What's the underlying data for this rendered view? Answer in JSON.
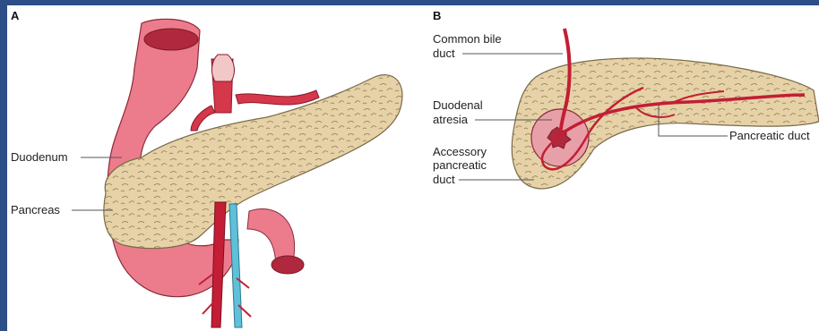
{
  "panels": {
    "a": "A",
    "b": "B"
  },
  "labels_a": {
    "duodenum": "Duodenum",
    "pancreas": "Pancreas"
  },
  "labels_b": {
    "common_bile_duct_1": "Common bile",
    "common_bile_duct_2": "duct",
    "duodenal_atresia_1": "Duodenal",
    "duodenal_atresia_2": "atresia",
    "accessory_1": "Accessory",
    "accessory_2": "pancreatic",
    "accessory_3": "duct",
    "pancreatic_duct": "Pancreatic duct"
  },
  "colors": {
    "background_border": "#2b4f86",
    "pancreas": "#e6d2a6",
    "pancreas_outline": "#7a6a4a",
    "duodenum": "#ec7c8c",
    "duct_red": "#c31e35",
    "vessel_blue": "#5fc0d8"
  }
}
